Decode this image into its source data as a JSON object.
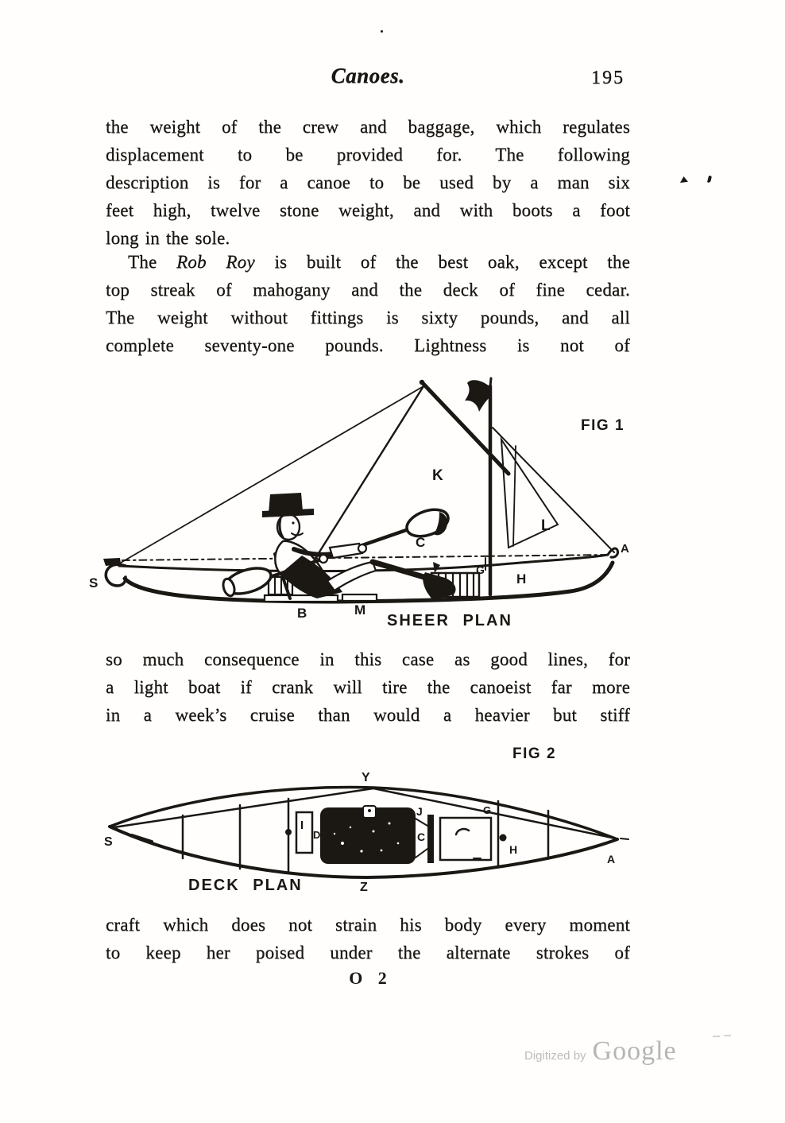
{
  "header": {
    "title": "Canoes.",
    "page_number": "195"
  },
  "paragraph1": {
    "line1": "the weight of the crew and baggage, which regulates",
    "line2": "displacement to be provided for. The following",
    "line3": "description is for a canoe to be used by a man six",
    "line4": "feet high, twelve stone weight, and with boots a foot",
    "line5": "long in the sole."
  },
  "paragraph2": {
    "line1_pre": "The ",
    "line1_italic": "Rob Roy",
    "line1_post": " is built of the best oak, except the",
    "line2": "top streak of mahogany and the deck of fine cedar.",
    "line3": "The weight without fittings is sixty pounds, and all",
    "line4": "complete seventy-one pounds. Lightness is not of"
  },
  "paragraph3": {
    "line1": "so much consequence in this case as good lines, for",
    "line2": "a light boat if crank will tire the canoeist far more",
    "line3": "in a week’s cruise than would a heavier but stiff"
  },
  "paragraph4": {
    "line1": "craft which does not strain his body every moment",
    "line2": "to keep her poised under the alternate strokes of"
  },
  "signature_mark": "O 2",
  "fig1": {
    "label": "FIG 1",
    "caption": "SHEER PLAN",
    "parts": {
      "S": "S",
      "B": "B",
      "M": "M",
      "C": "C",
      "K": "K",
      "L": "L",
      "G": "G",
      "H": "H",
      "A": "A"
    }
  },
  "fig2": {
    "label": "FIG 2",
    "caption": "DECK PLAN",
    "parts": {
      "Y": "Y",
      "S": "S",
      "I": "I",
      "D": "D",
      "J": "J",
      "C": "C",
      "G": "G",
      "H": "H",
      "Z": "Z",
      "A": "A"
    }
  },
  "watermark": {
    "prefix": "Digitized by",
    "brand": "Google"
  },
  "ink_color": "#1b1713"
}
